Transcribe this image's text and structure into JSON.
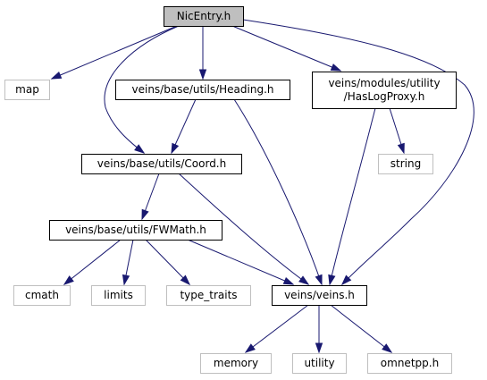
{
  "colors": {
    "edge": "#191970",
    "root_fill": "#bfbfbf",
    "local_border": "#000000",
    "external_border": "#bfbfbf",
    "background": "#ffffff"
  },
  "nodes": {
    "nicentry": {
      "lines": [
        "NicEntry.h"
      ],
      "kind": "root"
    },
    "map": {
      "lines": [
        "map"
      ],
      "kind": "external"
    },
    "heading": {
      "lines": [
        "veins/base/utils/Heading.h"
      ],
      "kind": "local"
    },
    "haslogproxy": {
      "lines": [
        "veins/modules/utility",
        "/HasLogProxy.h"
      ],
      "kind": "local"
    },
    "coord": {
      "lines": [
        "veins/base/utils/Coord.h"
      ],
      "kind": "local"
    },
    "string": {
      "lines": [
        "string"
      ],
      "kind": "external"
    },
    "fwmath": {
      "lines": [
        "veins/base/utils/FWMath.h"
      ],
      "kind": "local"
    },
    "cmath": {
      "lines": [
        "cmath"
      ],
      "kind": "external"
    },
    "limits": {
      "lines": [
        "limits"
      ],
      "kind": "external"
    },
    "type_traits": {
      "lines": [
        "type_traits"
      ],
      "kind": "external"
    },
    "veins": {
      "lines": [
        "veins/veins.h"
      ],
      "kind": "local"
    },
    "memory": {
      "lines": [
        "memory"
      ],
      "kind": "external"
    },
    "utility": {
      "lines": [
        "utility"
      ],
      "kind": "external"
    },
    "omnetpp": {
      "lines": [
        "omnetpp.h"
      ],
      "kind": "external"
    }
  },
  "edges": [
    [
      "nicentry",
      "map"
    ],
    [
      "nicentry",
      "heading"
    ],
    [
      "nicentry",
      "haslogproxy"
    ],
    [
      "nicentry",
      "coord"
    ],
    [
      "nicentry",
      "veins"
    ],
    [
      "heading",
      "coord"
    ],
    [
      "heading",
      "veins"
    ],
    [
      "haslogproxy",
      "string"
    ],
    [
      "haslogproxy",
      "veins"
    ],
    [
      "coord",
      "fwmath"
    ],
    [
      "coord",
      "veins"
    ],
    [
      "fwmath",
      "cmath"
    ],
    [
      "fwmath",
      "limits"
    ],
    [
      "fwmath",
      "type_traits"
    ],
    [
      "fwmath",
      "veins"
    ],
    [
      "veins",
      "memory"
    ],
    [
      "veins",
      "utility"
    ],
    [
      "veins",
      "omnetpp"
    ]
  ]
}
